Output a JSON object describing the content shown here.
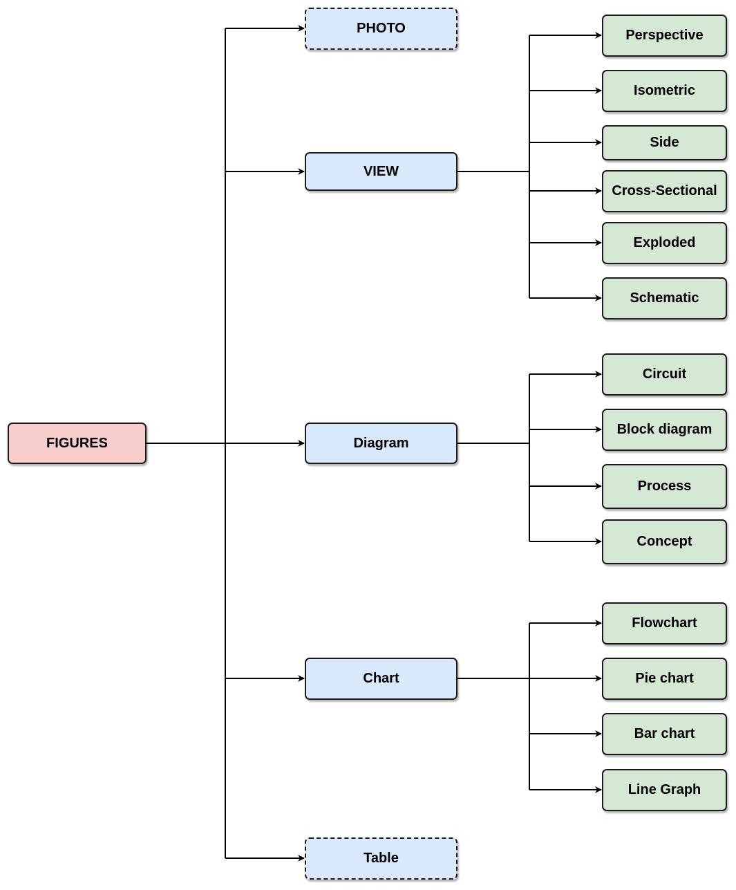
{
  "colors": {
    "root_fill": "#f8cecc",
    "category_fill": "#dae8fc",
    "leaf_fill": "#d5e8d4",
    "line": "#000000"
  },
  "root": {
    "label": "FIGURES"
  },
  "categories": [
    {
      "label": "PHOTO",
      "border": "dashed",
      "children": []
    },
    {
      "label": "VIEW",
      "border": "solid",
      "children": [
        "Perspective",
        "Isometric",
        "Side",
        "Cross-Sectional",
        "Exploded",
        "Schematic"
      ]
    },
    {
      "label": "Diagram",
      "border": "solid",
      "children": [
        "Circuit",
        "Block diagram",
        "Process",
        "Concept"
      ]
    },
    {
      "label": "Chart",
      "border": "solid",
      "children": [
        "Flowchart",
        "Pie chart",
        "Bar chart",
        "Line Graph"
      ]
    },
    {
      "label": "Table",
      "border": "dashed",
      "children": []
    }
  ]
}
